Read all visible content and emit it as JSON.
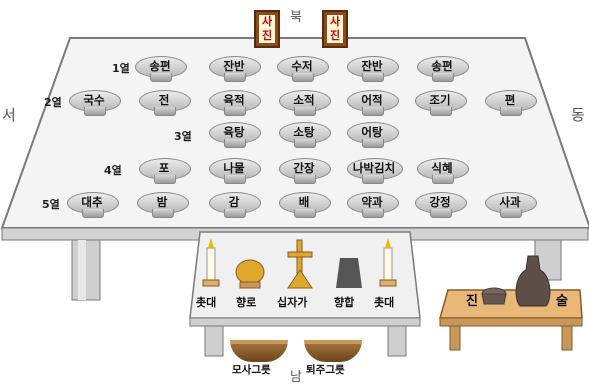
{
  "directions": {
    "north": "북",
    "south": "남",
    "west": "서",
    "east": "동"
  },
  "photos": [
    {
      "label": "사진"
    },
    {
      "label": "사진"
    }
  ],
  "rows": [
    {
      "label": "1열",
      "items": [
        "송편",
        "잔반",
        "수저",
        "잔반",
        "송편"
      ]
    },
    {
      "label": "2열",
      "items": [
        "국수",
        "전",
        "육적",
        "소적",
        "어적",
        "조기",
        "편"
      ]
    },
    {
      "label": "3열",
      "items": [
        "육탕",
        "소탕",
        "어탕"
      ]
    },
    {
      "label": "4열",
      "items": [
        "포",
        "나물",
        "간장",
        "나박김치",
        "식혜"
      ]
    },
    {
      "label": "5열",
      "items": [
        "대추",
        "밤",
        "감",
        "배",
        "약과",
        "강정",
        "사과"
      ]
    }
  ],
  "incense_table": {
    "items": [
      "촛대",
      "향로",
      "십자가",
      "향합",
      "촛대"
    ]
  },
  "side_table": {
    "items": [
      "진",
      "술"
    ]
  },
  "bowls": {
    "items": [
      "모사그릇",
      "퇴주그릇"
    ]
  },
  "colors": {
    "table_top": "#f2f2f2",
    "table_edge": "#8c8c8c",
    "plate": "#c9c9c9",
    "wood": "#c8975a",
    "photo_frame": "#8a4a1a"
  }
}
